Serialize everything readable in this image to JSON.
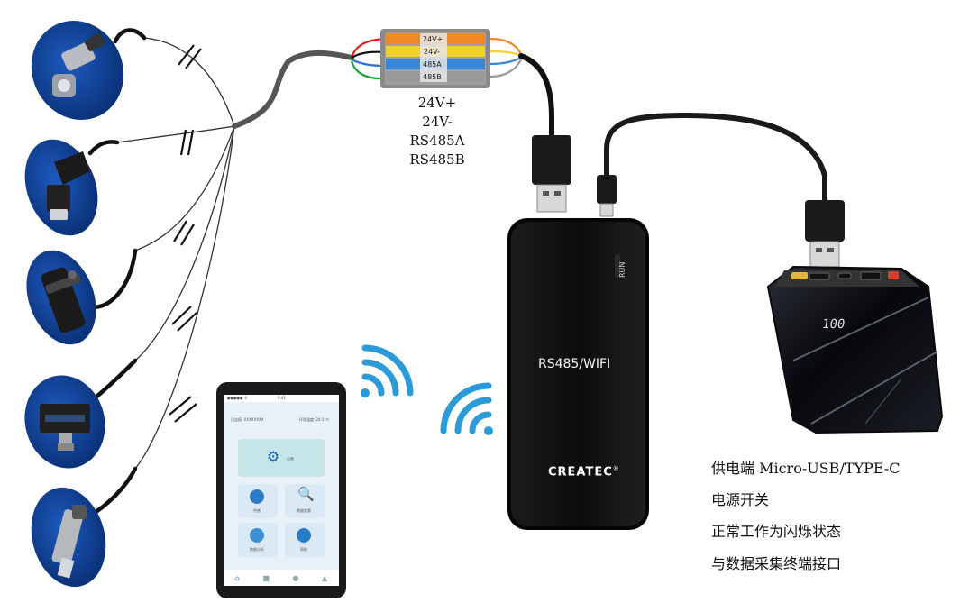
{
  "terminal_block": {
    "labels": [
      "24V+",
      "24V-",
      "485A",
      "485B"
    ],
    "colors": [
      "#f08a24",
      "#f2d22a",
      "#3a86d6",
      "#9a9a9a"
    ]
  },
  "bus_labels": [
    "24V+",
    "24V-",
    "RS485A",
    "RS485B"
  ],
  "module": {
    "label": "RS485/WIFI",
    "status_led": "RUN",
    "brand": "CREATEC",
    "brand_mark": "®"
  },
  "notes": [
    "供电端 Micro-USB/TYPE-C",
    "电源开关",
    "正常工作为闪烁状态",
    "与数据采集终端接口"
  ],
  "power_bank": {
    "display": "100"
  },
  "tablet": {
    "status_left": "●●●●● 令",
    "status_center": "9:41",
    "header_left": "已连接: XXXXXXXX",
    "header_right": "环境温度: 24.5 ℃",
    "main_button": "设置",
    "tiles": [
      "传感",
      "数据查看",
      "数据分析",
      "帮助"
    ]
  },
  "sensors": [
    {
      "type": "pressure-transmitter"
    },
    {
      "type": "temperature-probe"
    },
    {
      "type": "proximity-sensor"
    },
    {
      "type": "display-transmitter"
    },
    {
      "type": "level-probe"
    }
  ],
  "colors": {
    "cable": "#505050",
    "wire_red": "#e0201c",
    "wire_green": "#1ea33a",
    "wire_blue": "#2f6fd6",
    "wifi": "#2a9ad8",
    "sensor_bg": "#0d3a8a",
    "module_body": "#141414"
  }
}
